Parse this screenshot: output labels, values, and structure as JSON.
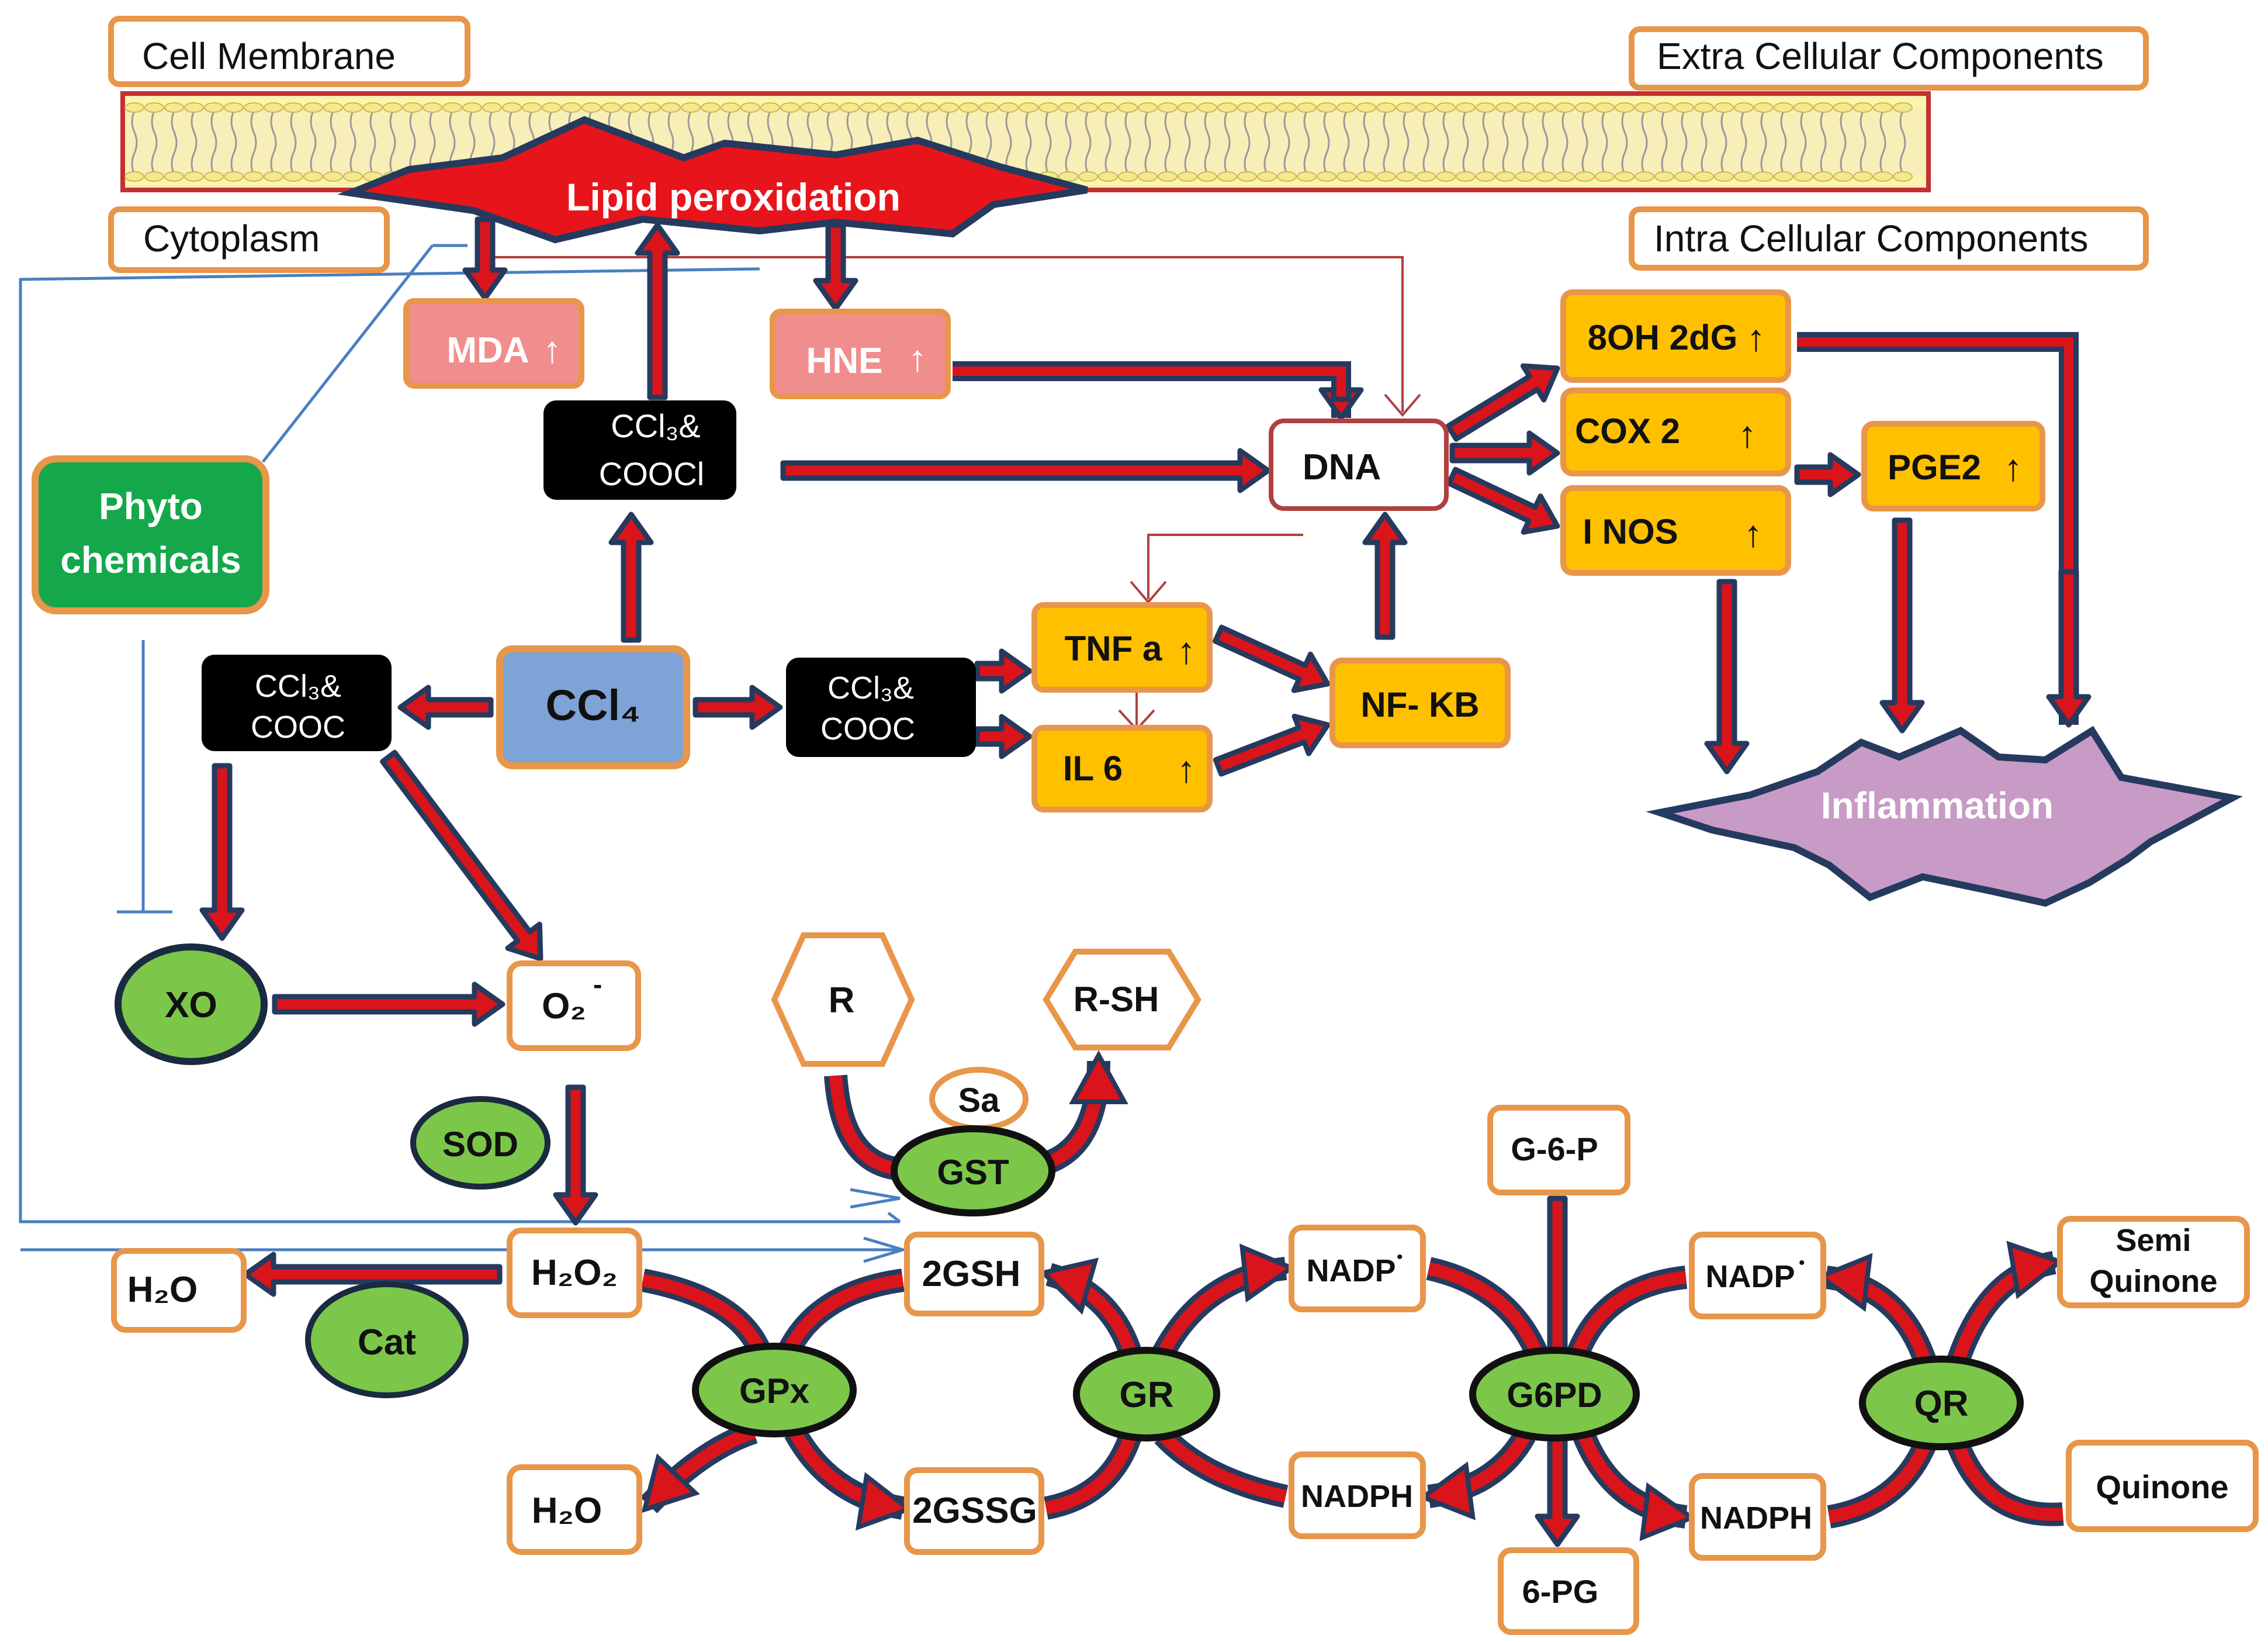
{
  "labels": {
    "cell_membrane": "Cell Membrane",
    "extra_cellular": "Extra Cellular Components",
    "cytoplasm": "Cytoplasm",
    "intra_cellular": "Intra Cellular Components"
  },
  "nodes": {
    "lipid_peroxidation": "Lipid peroxidation",
    "mda": "MDA",
    "hne": "HNE",
    "phyto_1": "Phyto",
    "phyto_2": "chemicals",
    "ccl3_cooocl_1": "CCl₃&",
    "ccl3_cooocl_2": "COOCl",
    "ccl3_left_1": "CCl₃&",
    "ccl3_left_2": "COOC",
    "ccl3_right_1": "CCl₃&",
    "ccl3_right_2": "COOC",
    "ccl4": "CCl₄",
    "dna": "DNA",
    "ohdg": "8OH 2dG",
    "cox2": "COX 2",
    "inos": "I NOS",
    "pge2": "PGE2",
    "tnf": "TNF a",
    "il6": "IL 6",
    "nfkb": "NF- KB",
    "inflammation": "Inflammation",
    "xo": "XO",
    "o2": "O₂",
    "o2_sup": "-",
    "r": "R",
    "rsh": "R-SH",
    "sa": "Sa",
    "gst": "GST",
    "sod": "SOD",
    "h2o2": "H₂O₂",
    "h2o_left": "H₂O",
    "cat": "Cat",
    "gsh": "2GSH",
    "gssg": "2GSSG",
    "gpx": "GPx",
    "h2o_bottom": "H₂O",
    "gr": "GR",
    "nadp_1": "NADP",
    "nadph_1": "NADPH",
    "g6p": "G-6-P",
    "g6pd": "G6PD",
    "pg6": "6-PG",
    "nadp_2": "NADP",
    "nadph_2": "NADPH",
    "qr": "QR",
    "semi_1": "Semi",
    "semi_2": "Quinone",
    "quinone": "Quinone",
    "dot": "•",
    "up": "↑"
  },
  "colors": {
    "orange_border": "#e8964a",
    "red_arrow": "#d9141b",
    "navy": "#253a5e",
    "green": "#7cc74a",
    "yellow": "#ffc000",
    "pink": "#f08e8e",
    "blue": "#7ea3d6",
    "lilac": "#c79bc6",
    "phyto_green": "#14a84a",
    "inhibit_blue": "#4a7fc1"
  }
}
